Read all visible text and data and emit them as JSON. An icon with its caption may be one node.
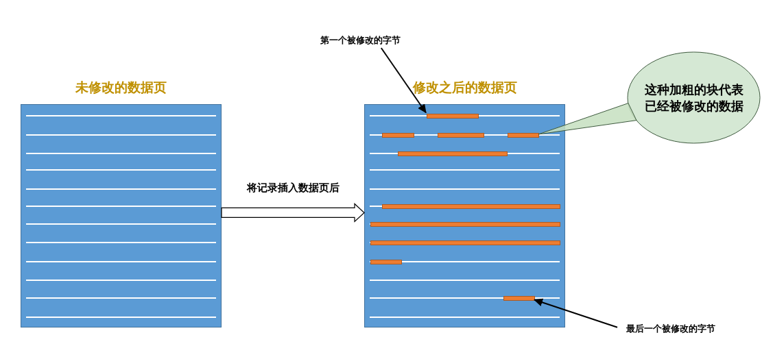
{
  "diagram": {
    "nodes": [
      {
        "text": [
          "第一个被修改的字节"
        ]
      },
      {
        "text": [
          "未修改的数据页"
        ]
      },
      {
        "text": [
          "修改之后的数据页"
        ]
      },
      {
        "text": [],
        "shape": "bar",
        "in": 2
      },
      {
        "text": [],
        "shape": "bar",
        "in": 2
      },
      {
        "text": [],
        "shape": "bar",
        "in": 2
      },
      {
        "text": [],
        "shape": "bar",
        "in": 2
      },
      {
        "text": [],
        "shape": "bar",
        "in": 2
      },
      {
        "text": [],
        "shape": "bar",
        "in": 2
      },
      {
        "text": [],
        "shape": "bar",
        "in": 2
      },
      {
        "text": [],
        "shape": "bar",
        "in": 2
      },
      {
        "text": [],
        "shape": "bar",
        "in": 2
      },
      {
        "text": [],
        "shape": "bar",
        "in": 2
      },
      {
        "text": [
          "这种加粗的块代表已经被修改的数据"
        ]
      },
      {
        "text": [
          "最后一个被修改的字节"
        ]
      }
    ],
    "edges": [
      {
        "from": 0,
        "to": 3,
        "arrow": "to"
      },
      {
        "from": 1,
        "to": 2,
        "arrow": "to",
        "label": "将记录插入数据页后",
        "style": "thick"
      },
      {
        "from": 13,
        "to": 6,
        "arrow": "none"
      },
      {
        "from": 14,
        "to": 12,
        "arrow": "to"
      }
    ]
  }
}
